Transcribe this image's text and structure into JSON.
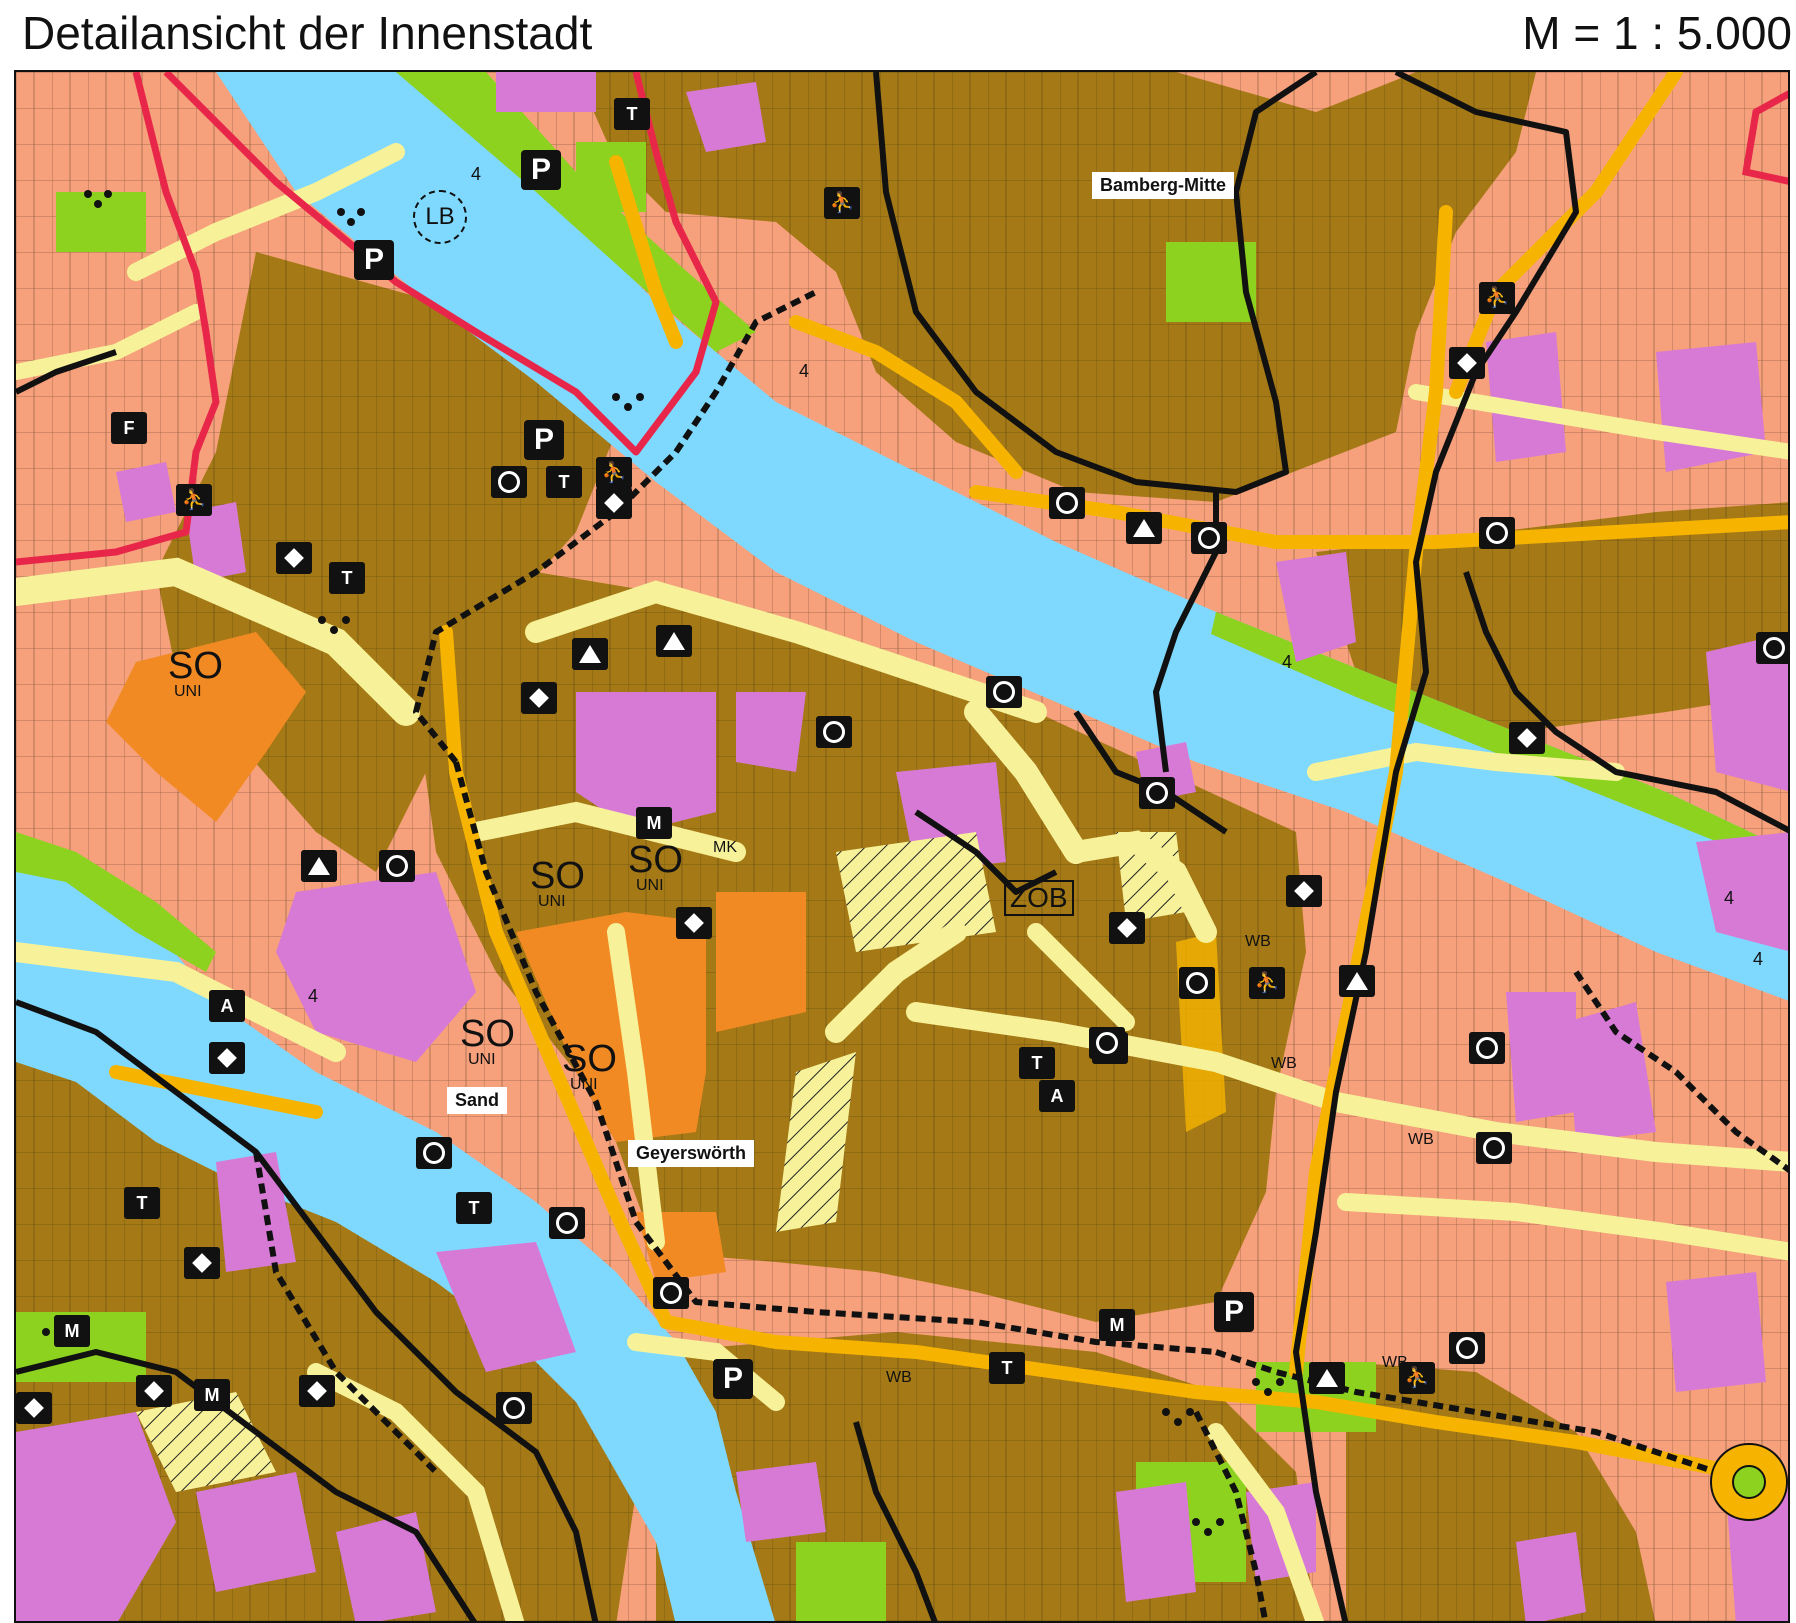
{
  "header": {
    "title": "Detailansicht der Innenstadt",
    "scale": "M = 1 : 5.000"
  },
  "colors": {
    "residential": "#f6a07c",
    "core_area": "#a57a16",
    "special_use": "#f28a24",
    "public_facility": "#d77ad6",
    "water": "#7fd9ff",
    "green": "#8cd21f",
    "road": "#f7f29a",
    "main_road": "#f6b400",
    "boundary": "#e8264a"
  },
  "places": {
    "bamberg_mitte": "Bamberg-Mitte",
    "sand": "Sand",
    "geyerswoerth": "Geyerswörth"
  },
  "labels": {
    "so": "SO",
    "uni": "UNI",
    "mk": "MK",
    "wb": "WB",
    "zob": "ZOB",
    "lb": "LB",
    "four": "4",
    "t": "T",
    "m": "M",
    "a": "A",
    "f": "F",
    "p": "P"
  },
  "icons": {
    "parking": "parking-icon",
    "theater": "theater-icon",
    "museum": "museum-icon",
    "school": "school-icon",
    "church": "church-icon",
    "social": "social-facility-icon",
    "admin": "administration-icon",
    "post": "post-office-icon",
    "tree": "tree-group-icon"
  }
}
